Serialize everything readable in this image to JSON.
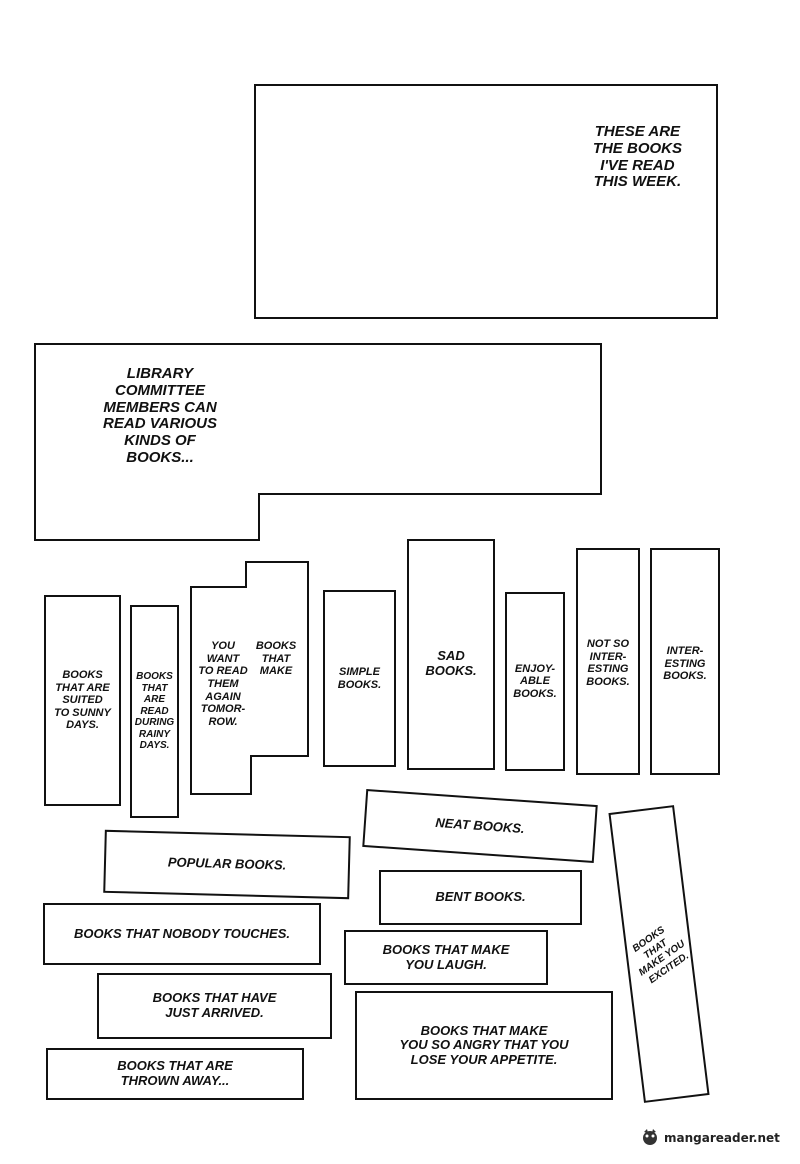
{
  "captions": {
    "this_week": "These are\nthe books\nI've read\nthis week.",
    "library": "Library\ncommittee\nmembers can\nread various\nkinds of\nbooks..."
  },
  "books": {
    "sunny": "Books\nthat are\nsuited\nto sunny\ndays.",
    "rainy": "Books\nthat\nare\nread\nduring\nrainy\ndays.",
    "tomorrow_left": "You\nwant\nto read\nthem\nagain\ntomor-\nrow.",
    "tomorrow_right": "Books\nthat\nmake",
    "simple": "Simple\nbooks.",
    "sad": "Sad\nbooks.",
    "enjoyable": "Enjoy-\nable\nbooks.",
    "not_so_interesting": "Not so\ninter-\nesting\nbooks.",
    "interesting": "Inter-\nesting\nbooks.",
    "neat": "Neat books.",
    "popular": "Popular books.",
    "bent": "Bent books.",
    "nobody_touches": "Books that nobody touches.",
    "laugh": "Books that make\nyou laugh.",
    "excited": "Books\nthat\nmake you\nexcited.",
    "just_arrived": "Books that have\njust arrived.",
    "lose_appetite": "Books that make\nyou so angry that you\nlose your appetite.",
    "thrown_away": "Books that are\nthrown away..."
  },
  "watermark": {
    "text": "mangareader.net",
    "icon": "mascot-icon"
  },
  "colors": {
    "ink": "#111111",
    "paper": "#ffffff"
  }
}
